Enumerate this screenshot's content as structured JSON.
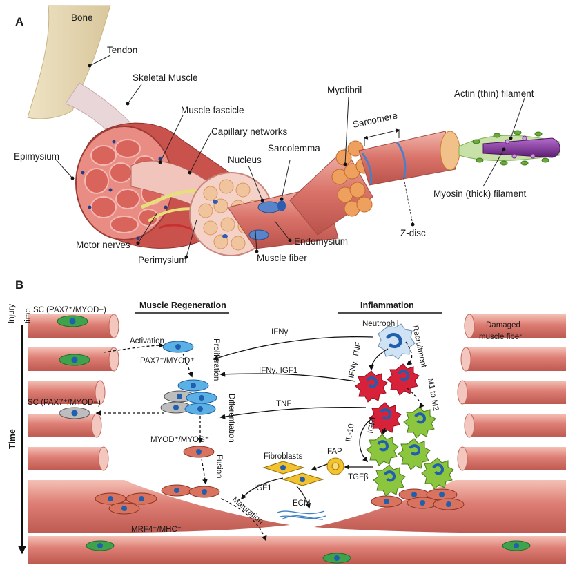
{
  "panel_a": {
    "letter": "A",
    "labels": {
      "bone": "Bone",
      "tendon": "Tendon",
      "skeletal_muscle": "Skeletal Muscle",
      "muscle_fascicle": "Muscle fascicle",
      "capillary_networks": "Capillary networks",
      "epimysium": "Epimysium",
      "nucleus": "Nucleus",
      "sarcolemma": "Sarcolemma",
      "myofibril": "Myofibril",
      "sarcomere": "Sarcomere",
      "actin": "Actin (thin) filament",
      "myosin": "Myosin (thick) filament",
      "motor_nerves": "Motor nerves",
      "perimysium": "Perimysium",
      "endomysium": "Endomysium",
      "muscle_fiber": "Muscle fiber",
      "z_disc": "Z-disc"
    }
  },
  "panel_b": {
    "letter": "B",
    "axis": {
      "injury": "Injury",
      "time_small": "time",
      "time": "Time"
    },
    "headers": {
      "regeneration": "Muscle Regeneration",
      "inflammation": "Inflammation"
    },
    "labels": {
      "sc_top": "SC (PAX7⁺/MYOD−)",
      "activation": "Activation",
      "pax7_myod": "PAX7⁺/MYOD⁺",
      "proliferation": "Proliferation",
      "sc_mid": "SC (PAX7⁺/MYOD−)",
      "differentiation": "Differentiation",
      "myod_myog": "MYOD⁺/MYOG⁺",
      "fusion": "Fusion",
      "maturation": "Maturation",
      "mrf4_mhc": "MRF4⁺/MHC⁺",
      "neutrophil": "Neutrophil",
      "recruitment": "Recruitment",
      "ifn_tnf": "IFNγ, TNF",
      "m1_m2": "M1 to M2",
      "ifn_g": "IFNγ",
      "ifn_igf1": "IFNγ, IGF1",
      "tnf": "TNF",
      "il10": "IL-10",
      "igf1_vert": "IGF1",
      "fap": "FAP",
      "tgfb": "TGFβ",
      "fibroblasts": "Fibroblasts",
      "igf1": "IGF1",
      "ecm": "ECM",
      "damaged_1": "Damaged",
      "damaged_2": "muscle fiber"
    }
  },
  "colors": {
    "muscle": "#d9736a",
    "muscle_light": "#efb3a6",
    "muscle_dark": "#b44c45",
    "sc_green": "#3fa34d",
    "nucleus_blue": "#1f5fae",
    "m1_red": "#d8223a",
    "m2_green": "#8cc63f",
    "neutrophil": "#cfe3f5",
    "fap_yellow": "#f2c230",
    "myosin_purple": "#7a2a8f",
    "actin_green": "#6aaa3a"
  }
}
